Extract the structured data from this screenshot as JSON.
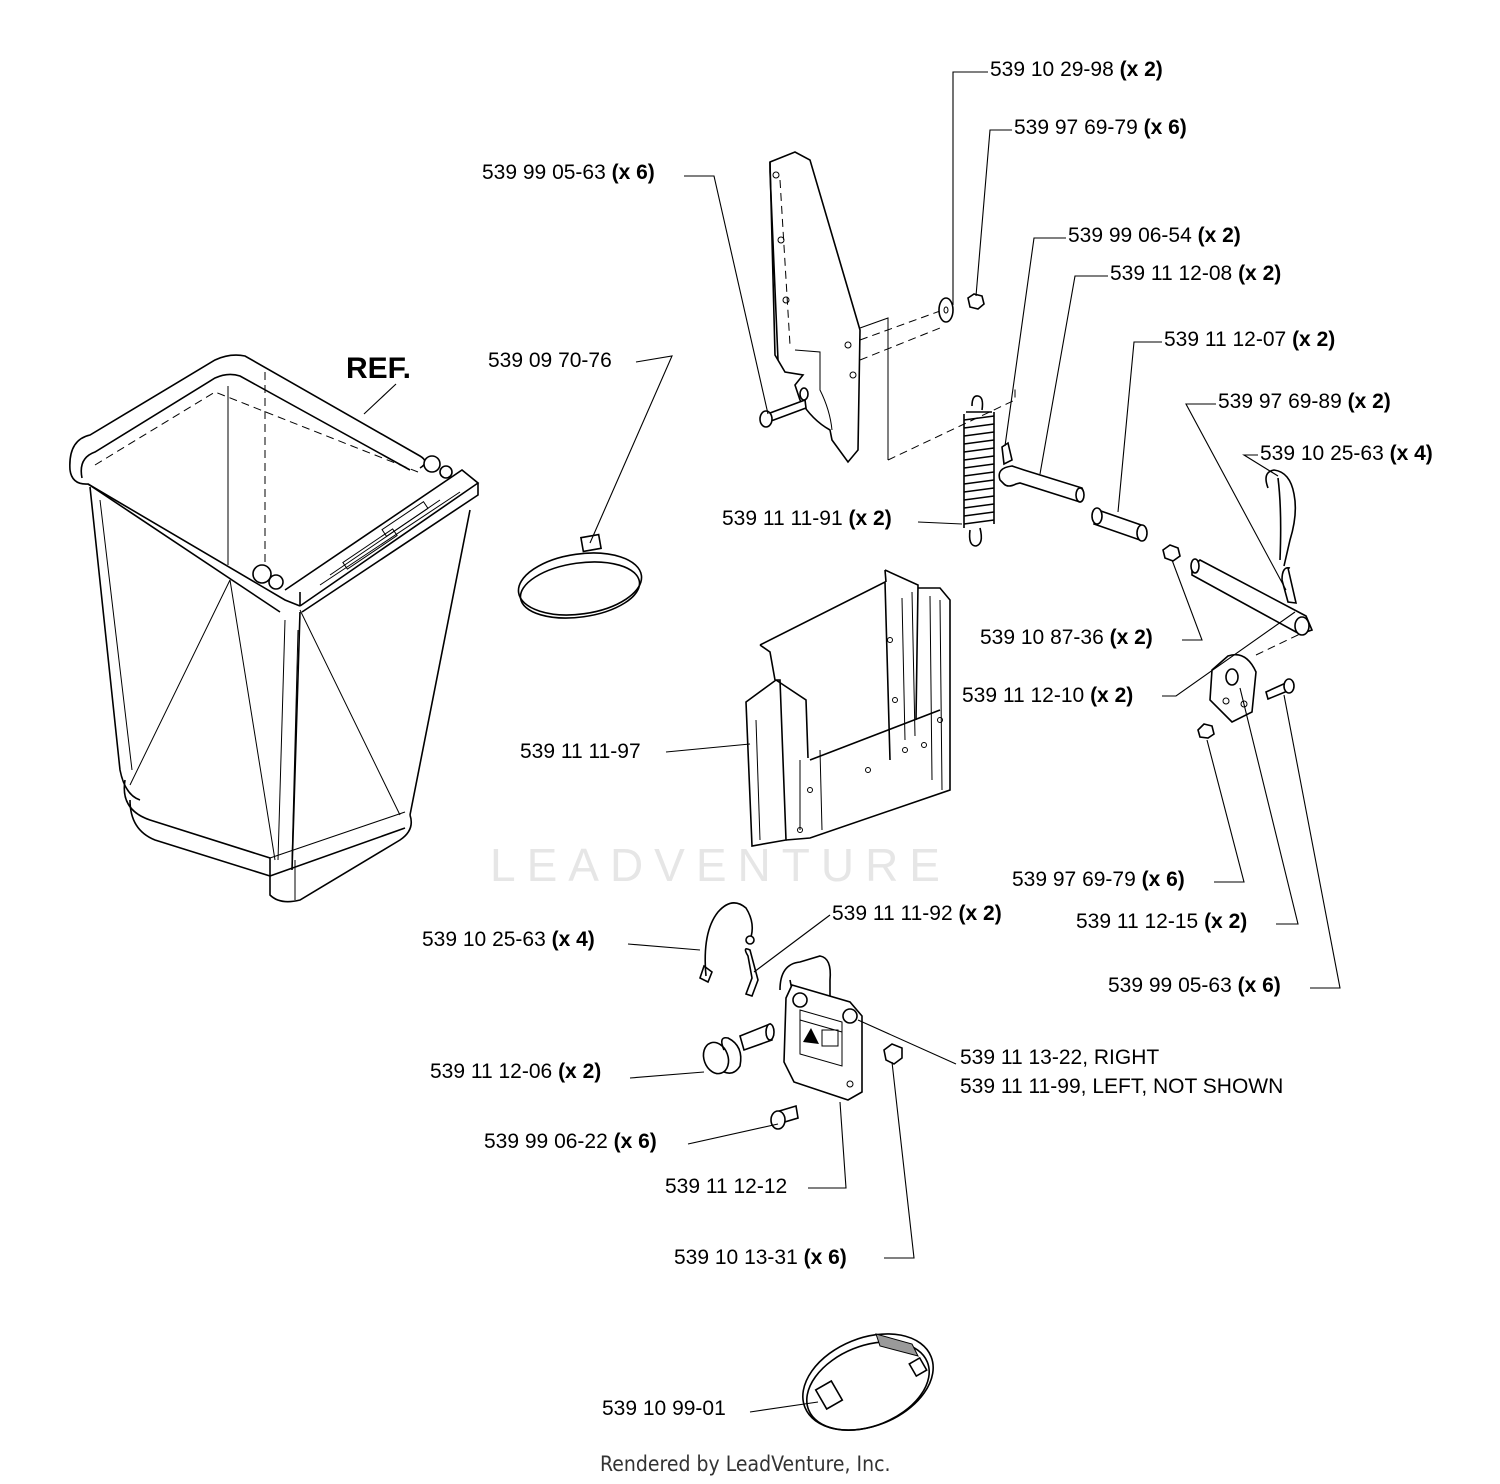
{
  "ref_label": "REF.",
  "watermark": "LEADVENTURE",
  "footer": "Rendered by LeadVenture, Inc.",
  "callouts": [
    {
      "id": "c1",
      "part": "539 10 29-98",
      "qty": "(x 2)"
    },
    {
      "id": "c2",
      "part": "539 97 69-79",
      "qty": "(x 6)"
    },
    {
      "id": "c3",
      "part": "539 99 05-63",
      "qty": "(x 6)"
    },
    {
      "id": "c4",
      "part": "539 99 06-54",
      "qty": "(x 2)"
    },
    {
      "id": "c5",
      "part": "539 11 12-08",
      "qty": "(x 2)"
    },
    {
      "id": "c6",
      "part": "539 11 12-07",
      "qty": "(x 2)"
    },
    {
      "id": "c7",
      "part": "539 09 70-76",
      "qty": ""
    },
    {
      "id": "c8",
      "part": "539 97 69-89",
      "qty": "(x 2)"
    },
    {
      "id": "c9",
      "part": "539 10 25-63",
      "qty": "(x 4)"
    },
    {
      "id": "c10",
      "part": "539 11 11-91",
      "qty": "(x 2)"
    },
    {
      "id": "c11",
      "part": "539 10 87-36",
      "qty": "(x 2)"
    },
    {
      "id": "c12",
      "part": "539 11 12-10",
      "qty": "(x 2)"
    },
    {
      "id": "c13",
      "part": "539 11 11-97",
      "qty": ""
    },
    {
      "id": "c14",
      "part": "539 97 69-79",
      "qty": "(x 6)"
    },
    {
      "id": "c15",
      "part": "539 11 11-92",
      "qty": "(x 2)"
    },
    {
      "id": "c16",
      "part": "539 11 12-15",
      "qty": "(x 2)"
    },
    {
      "id": "c17",
      "part": "539 10 25-63",
      "qty": "(x 4)"
    },
    {
      "id": "c18",
      "part": "539 99 05-63",
      "qty": "(x 6)"
    },
    {
      "id": "c19",
      "part": "539 11 13-22, RIGHT",
      "qty": ""
    },
    {
      "id": "c20",
      "part": "539 11 11-99, LEFT, NOT SHOWN",
      "qty": ""
    },
    {
      "id": "c21",
      "part": "539 11 12-06",
      "qty": "(x 2)"
    },
    {
      "id": "c22",
      "part": "539 99 06-22",
      "qty": "(x 6)"
    },
    {
      "id": "c23",
      "part": "539 11 12-12",
      "qty": ""
    },
    {
      "id": "c24",
      "part": "539 10 13-31",
      "qty": "(x 6)"
    },
    {
      "id": "c25",
      "part": "539 10 99-01",
      "qty": ""
    }
  ]
}
